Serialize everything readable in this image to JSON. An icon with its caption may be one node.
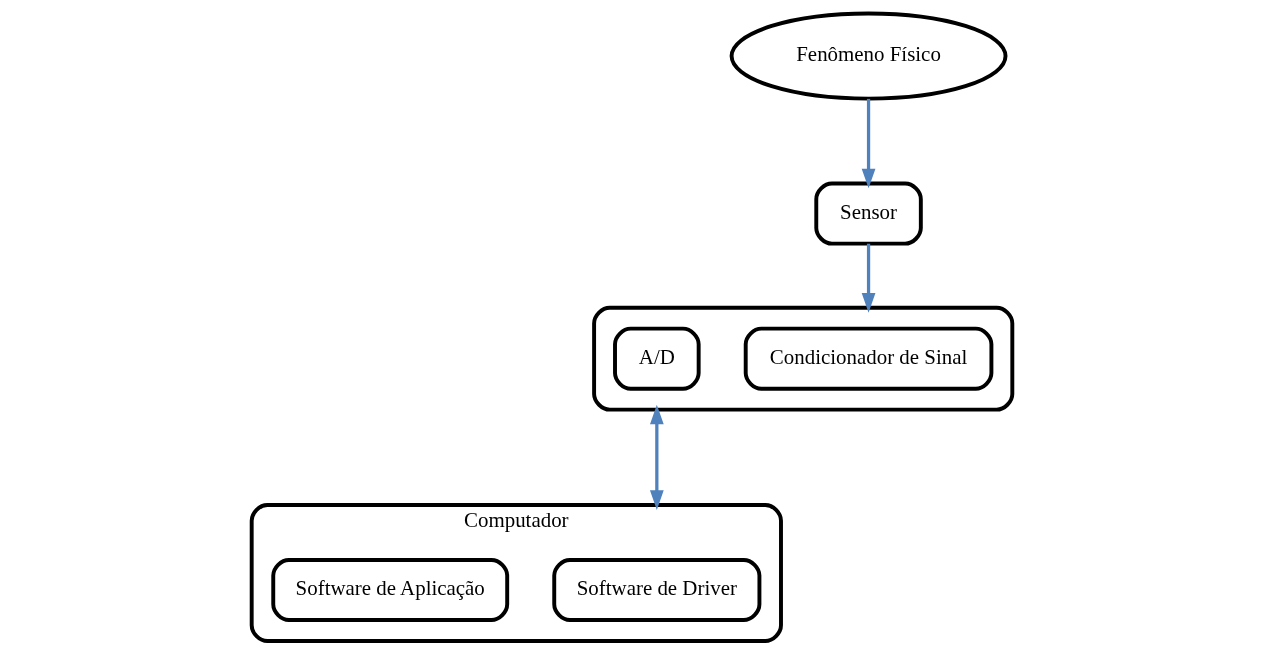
{
  "diagram": {
    "nodes": [
      {
        "text": [
          "Fenômeno Físico"
        ]
      },
      {
        "text": [
          "Sensor"
        ]
      },
      {
        "text": [
          "Computador"
        ]
      },
      {
        "text": [
          "Software de Driver"
        ],
        "in": 2
      },
      {
        "text": [
          "Software de Aplicação"
        ],
        "in": 2
      },
      {
        "text": [],
        "shape": "box"
      },
      {
        "text": [
          "Condicionador de Sinal"
        ],
        "in": 5
      },
      {
        "text": [
          "A/D"
        ],
        "in": 5
      }
    ],
    "edges": [
      {
        "from": 0,
        "to": 1,
        "arrow": "to"
      },
      {
        "from": 1,
        "to": 5,
        "arrow": "to"
      },
      {
        "from": 5,
        "to": 2,
        "arrow": "both"
      }
    ]
  }
}
